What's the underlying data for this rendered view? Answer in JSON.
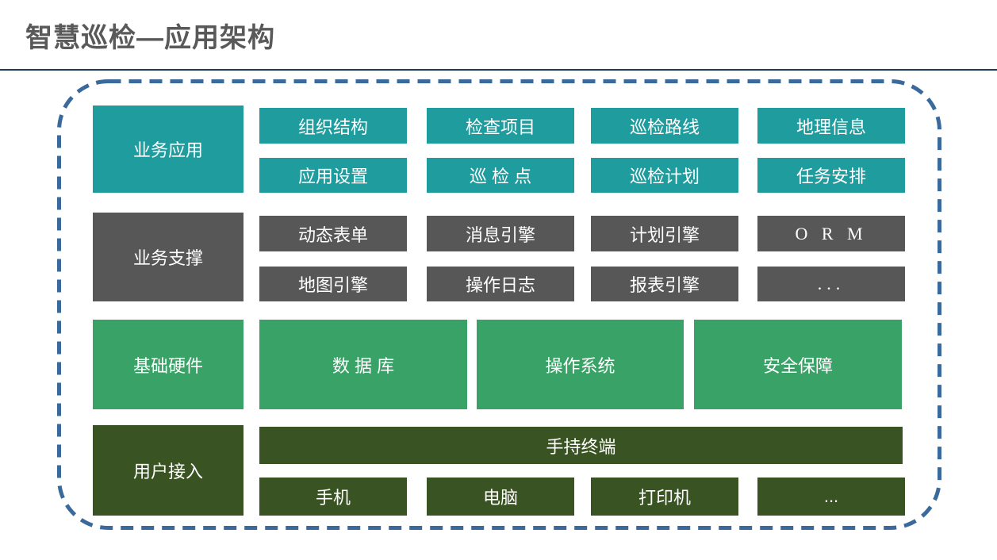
{
  "page": {
    "title": "智慧巡检—应用架构"
  },
  "colors": {
    "teal": "#1F9C9E",
    "slate": "#575757",
    "green": "#39A367",
    "darkgreen": "#3A5323",
    "borderblue": "#3A699C",
    "rule": "#1F3B57",
    "titlecolor": "#595959"
  },
  "diagram": {
    "rows": [
      {
        "label": "业务应用",
        "cells": [
          "组织结构",
          "检查项目",
          "巡检路线",
          "地理信息",
          "应用设置",
          "巡 检 点",
          "巡检计划",
          "任务安排"
        ]
      },
      {
        "label": "业务支撑",
        "cells": [
          "动态表单",
          "消息引擎",
          "计划引擎",
          "O R M",
          "地图引擎",
          "操作日志",
          "报表引擎",
          "..."
        ]
      },
      {
        "label": "基础硬件",
        "cells": [
          "数 据 库",
          "操作系统",
          "安全保障"
        ]
      },
      {
        "label": "用户接入",
        "banner": "手持终端",
        "cells": [
          "手机",
          "电脑",
          "打印机",
          "..."
        ]
      }
    ]
  }
}
